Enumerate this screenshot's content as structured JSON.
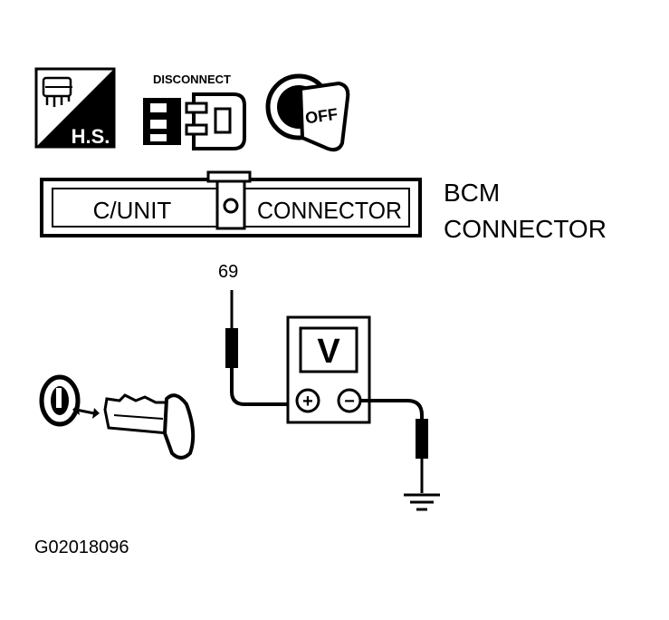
{
  "icons": {
    "hs_label": "H.S.",
    "disconnect_label": "DISCONNECT",
    "ignition_label": "OFF"
  },
  "connector": {
    "left_label": "C/UNIT",
    "right_label": "CONNECTOR",
    "caption_line1": "BCM",
    "caption_line2": "CONNECTOR"
  },
  "test": {
    "terminal": "69",
    "meter_label": "V",
    "plus_symbol": "+",
    "minus_symbol": "−"
  },
  "figure_id": "G02018096",
  "colors": {
    "ink": "#000000",
    "paper": "#ffffff"
  }
}
